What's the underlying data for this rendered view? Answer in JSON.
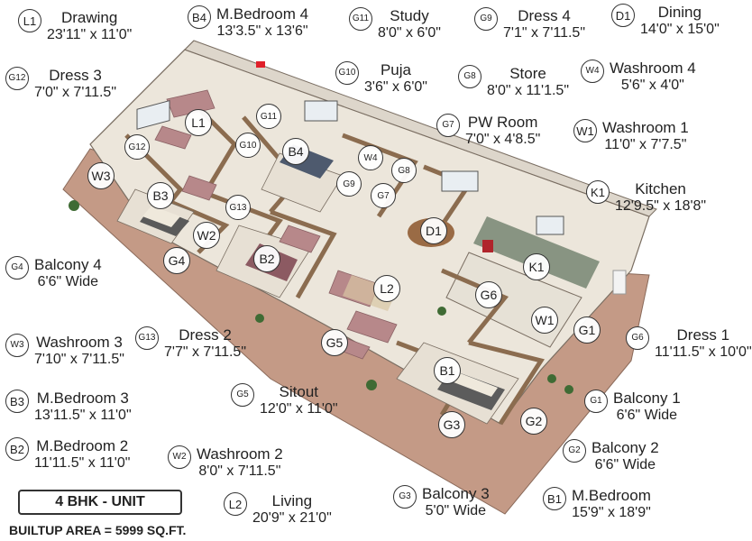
{
  "unit_title": "4 BHK - UNIT",
  "builtup_area": "BUILTUP AREA = 5999 SQ.FT.",
  "rooms": [
    {
      "code": "L1",
      "name": "Drawing",
      "dim": "23'11\" x 11'0\""
    },
    {
      "code": "B4",
      "name": "M.Bedroom 4",
      "dim": "13'3.5\" x 13'6\""
    },
    {
      "code": "G11",
      "name": "Study",
      "dim": "8'0\" x 6'0\""
    },
    {
      "code": "G9",
      "name": "Dress 4",
      "dim": "7'1\" x 7'11.5\""
    },
    {
      "code": "D1",
      "name": "Dining",
      "dim": "14'0\" x 15'0\""
    },
    {
      "code": "G12",
      "name": "Dress 3",
      "dim": "7'0\" x 7'11.5\""
    },
    {
      "code": "G10",
      "name": "Puja",
      "dim": "3'6\" x 6'0\""
    },
    {
      "code": "G8",
      "name": "Store",
      "dim": "8'0\" x 11'1.5\""
    },
    {
      "code": "W4",
      "name": "Washroom 4",
      "dim": "5'6\" x 4'0\""
    },
    {
      "code": "G7",
      "name": "PW Room",
      "dim": "7'0\" x 4'8.5\""
    },
    {
      "code": "W1",
      "name": "Washroom 1",
      "dim": "11'0\" x 7'7.5\""
    },
    {
      "code": "K1",
      "name": "Kitchen",
      "dim": "12'9.5\" x 18'8\""
    },
    {
      "code": "G4",
      "name": "Balcony 4",
      "dim": "6'6\" Wide"
    },
    {
      "code": "G6",
      "name": "Dress 1",
      "dim": "11'11.5\" x 10'0\""
    },
    {
      "code": "W3",
      "name": "Washroom 3",
      "dim": "7'10\" x 7'11.5\""
    },
    {
      "code": "G13",
      "name": "Dress 2",
      "dim": "7'7\" x 7'11.5\""
    },
    {
      "code": "B3",
      "name": "M.Bedroom 3",
      "dim": "13'11.5\" x 11'0\""
    },
    {
      "code": "G5",
      "name": "Sitout",
      "dim": "12'0\" x 11'0\""
    },
    {
      "code": "G1",
      "name": "Balcony 1",
      "dim": "6'6\" Wide"
    },
    {
      "code": "G2",
      "name": "Balcony 2",
      "dim": "6'6\" Wide"
    },
    {
      "code": "B2",
      "name": "M.Bedroom 2",
      "dim": "11'11.5\" x 11'0\""
    },
    {
      "code": "W2",
      "name": "Washroom 2",
      "dim": "8'0\" x 7'11.5\""
    },
    {
      "code": "G3",
      "name": "Balcony 3",
      "dim": "5'0\" Wide"
    },
    {
      "code": "L2",
      "name": "Living",
      "dim": "20'9\" x 21'0\""
    },
    {
      "code": "B1",
      "name": "M.Bedroom",
      "dim": "15'9\" x 18'9\""
    }
  ]
}
